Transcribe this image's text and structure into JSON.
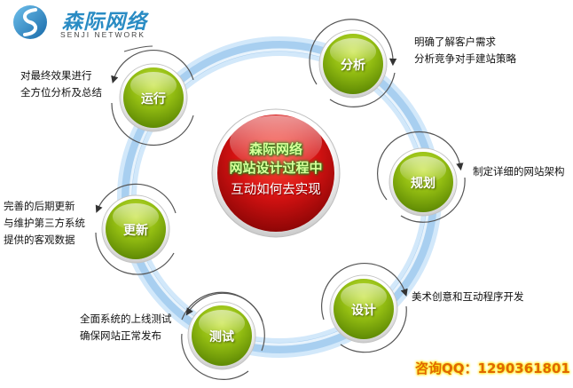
{
  "logo": {
    "name_cn": "森际网络",
    "name_en": "SENJI NETWORK",
    "brand_color": "#2a8cc4"
  },
  "center": {
    "line1": "森际网络",
    "line2": "网站设计过程中",
    "line3": "互动如何去实现",
    "color": "#cc1010"
  },
  "nodes": [
    {
      "id": "analysis",
      "label": "分析",
      "desc": [
        "明确了解客户需求",
        "分析竞争对手建站策略"
      ]
    },
    {
      "id": "planning",
      "label": "规划",
      "desc": [
        "制定详细的网站架构"
      ]
    },
    {
      "id": "design",
      "label": "设计",
      "desc": [
        "美术创意和互动程序开发"
      ]
    },
    {
      "id": "testing",
      "label": "测试",
      "desc": [
        "全面系统的上线测试",
        "确保网站正常发布"
      ]
    },
    {
      "id": "update",
      "label": "更新",
      "desc": [
        "完善的后期更新",
        "与维护第三方系统",
        "提供的客观数据"
      ]
    },
    {
      "id": "operation",
      "label": "运行",
      "desc": [
        "对最终效果进行",
        "全方位分析及总结"
      ]
    }
  ],
  "node_color": "#8ab50e",
  "ring_color": "#a8cff0",
  "contact": {
    "label": "咨询QQ：1290361801"
  }
}
